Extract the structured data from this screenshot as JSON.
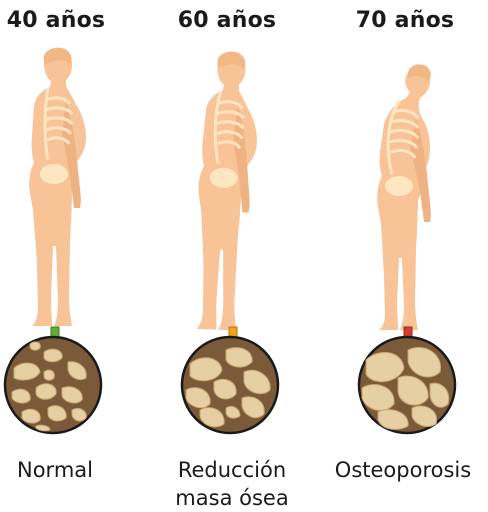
{
  "columns": [
    {
      "age_label": "40 años",
      "caption_line1": "Normal",
      "caption_line2": "",
      "arrow_color": "#5fae3a",
      "stage": "normal"
    },
    {
      "age_label": "60 años",
      "caption_line1": "Reducción",
      "caption_line2": "masa ósea",
      "arrow_color": "#f0a21c",
      "stage": "reduced-bone-mass"
    },
    {
      "age_label": "70 años",
      "caption_line1": "Osteoporosis",
      "caption_line2": "",
      "arrow_color": "#d93a2b",
      "stage": "osteoporosis"
    }
  ],
  "colors": {
    "skin": "#f7c397",
    "skin_shadow": "#efb283",
    "spine": "#fde6c0",
    "bone_shell": "#7a5a38",
    "bone_cell": "#e6cfa3",
    "bone_cell_dark": "#caa66f"
  }
}
